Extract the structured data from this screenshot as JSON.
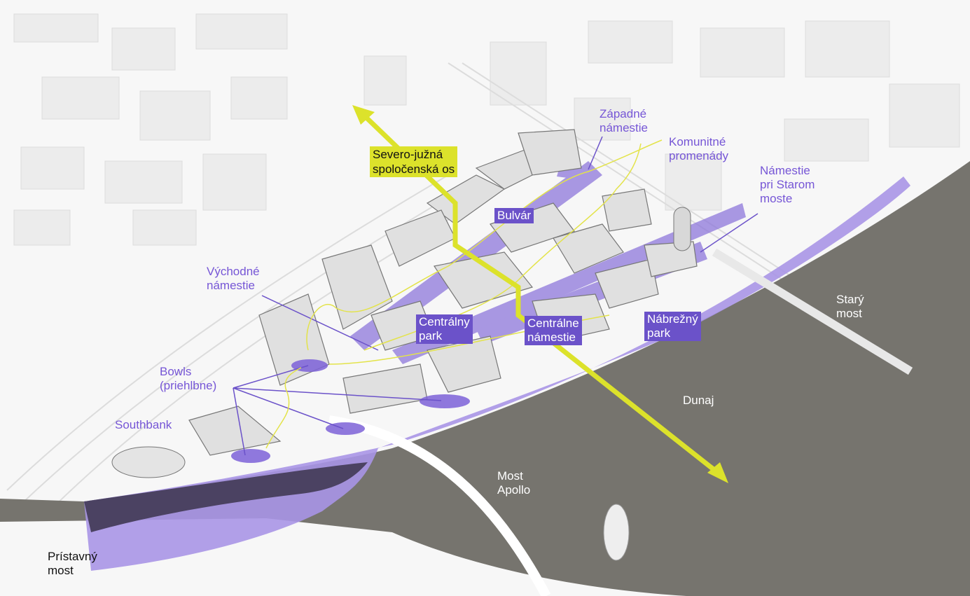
{
  "colors": {
    "river": "#76746e",
    "park": "#a995e6",
    "label_bg": "#6b52c9",
    "label_text": "#7656d6",
    "axis": "#dce22b",
    "building": "#e2e2e2"
  },
  "labels": {
    "zapadne": "Západné\nnámestie",
    "komunitne": "Komunitné\npromenády",
    "stary_most_square": "Námestie\npri Starom\nmoste",
    "axis": "Severo-južná\nspoločenská os",
    "bulvar": "Bulvár",
    "vychodne": "Východné\nnámestie",
    "centralny_park": "Centrálny\npark",
    "centralne": "Centrálne\nnámestie",
    "nabrezny": "Nábrežný\npark",
    "stary_most": "Starý\nmost",
    "dunaj": "Dunaj",
    "bowls": "Bowls\n(priehlbne)",
    "southbank": "Southbank",
    "apollo": "Most\nApollo",
    "pristavny": "Prístavný\nmost"
  }
}
